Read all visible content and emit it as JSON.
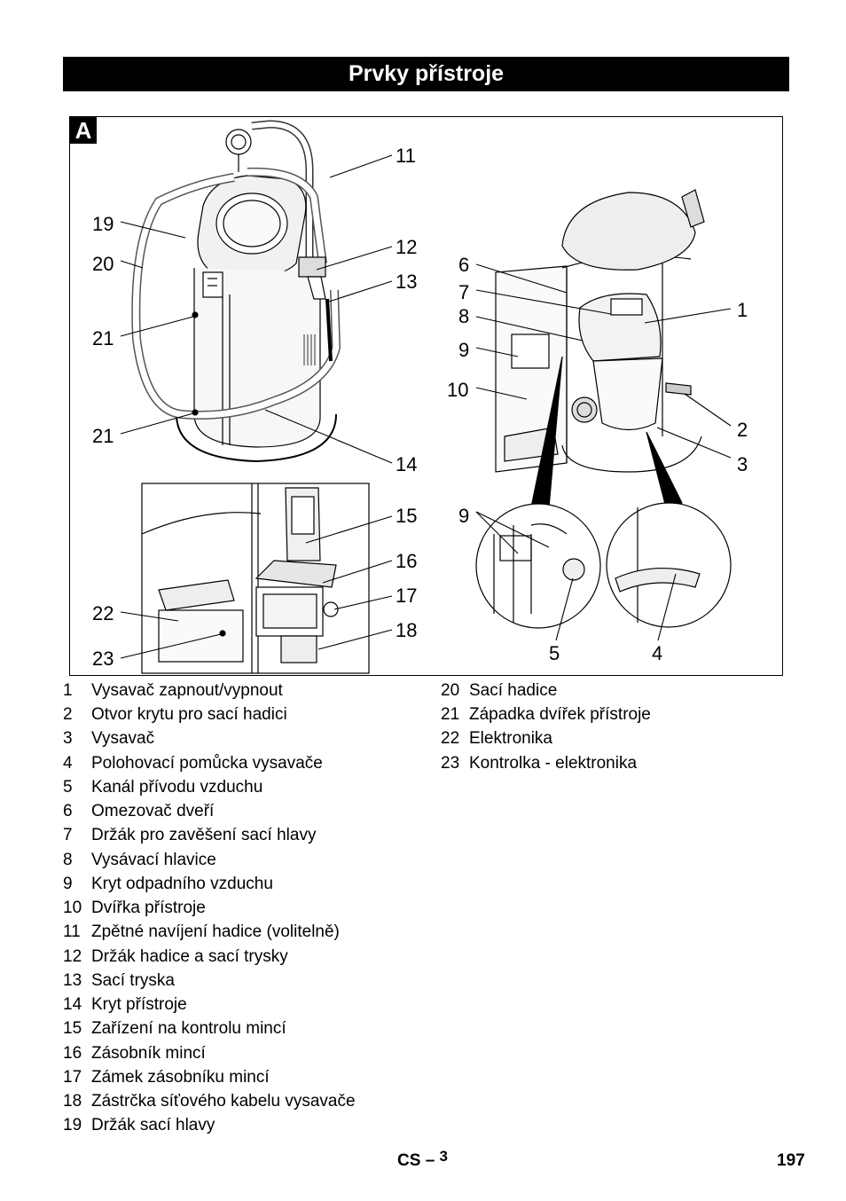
{
  "header": {
    "title": "Prvky přístroje"
  },
  "figure": {
    "badge": "A",
    "callouts": [
      "11",
      "19",
      "12",
      "20",
      "13",
      "6",
      "7",
      "1",
      "8",
      "9",
      "21",
      "10",
      "2",
      "21",
      "14",
      "3",
      "15",
      "9",
      "16",
      "17",
      "22",
      "18",
      "23",
      "5",
      "4"
    ]
  },
  "legend": {
    "left": [
      {
        "num": "1",
        "text": "Vysavač zapnout/vypnout"
      },
      {
        "num": "2",
        "text": "Otvor krytu pro sací hadici"
      },
      {
        "num": "3",
        "text": "Vysavač"
      },
      {
        "num": "4",
        "text": "Polohovací pomůcka vysavače"
      },
      {
        "num": "5",
        "text": "Kanál přívodu vzduchu"
      },
      {
        "num": "6",
        "text": "Omezovač dveří"
      },
      {
        "num": "7",
        "text": "Držák pro zavěšení sací hlavy"
      },
      {
        "num": "8",
        "text": "Vysávací hlavice"
      },
      {
        "num": "9",
        "text": "Kryt odpadního vzduchu"
      },
      {
        "num": "10",
        "text": "Dvířka přístroje"
      },
      {
        "num": "11",
        "text": "Zpětné navíjení hadice (volitelně)"
      },
      {
        "num": "12",
        "text": "Držák hadice a sací trysky"
      },
      {
        "num": "13",
        "text": "Sací tryska"
      },
      {
        "num": "14",
        "text": "Kryt přístroje"
      },
      {
        "num": "15",
        "text": "Zařízení na kontrolu mincí"
      },
      {
        "num": "16",
        "text": "Zásobník mincí"
      },
      {
        "num": "17",
        "text": "Zámek zásobníku mincí"
      },
      {
        "num": "18",
        "text": "Zástrčka síťového kabelu vysavače"
      },
      {
        "num": "19",
        "text": "Držák sací hlavy"
      }
    ],
    "right": [
      {
        "num": "20",
        "text": "Sací hadice"
      },
      {
        "num": "21",
        "text": "Západka dvířek přístroje"
      },
      {
        "num": "22",
        "text": "Elektronika"
      },
      {
        "num": "23",
        "text": "Kontrolka - elektronika"
      }
    ]
  },
  "footer": {
    "code": "CS",
    "dash": "–",
    "sub": "3",
    "page": "197"
  }
}
